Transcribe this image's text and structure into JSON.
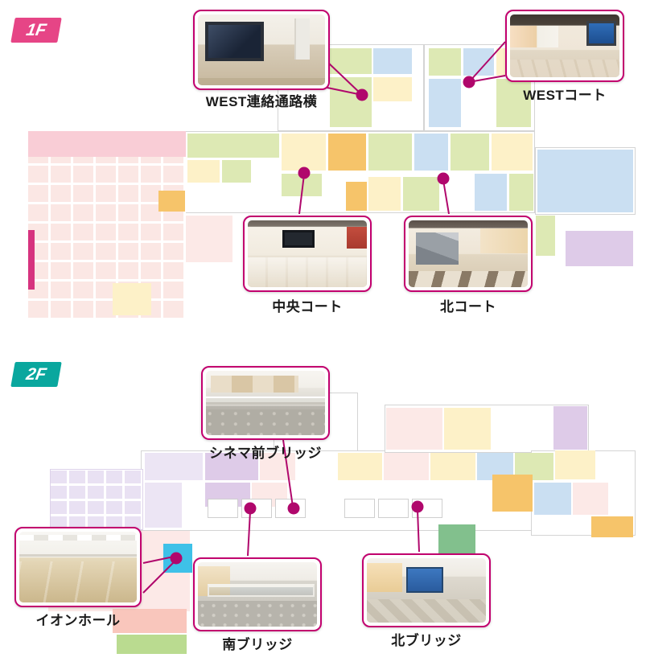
{
  "page": {
    "background": "#ffffff"
  },
  "colors": {
    "accent": "#b0076c",
    "callout_border": "#c2006e",
    "badge_1f": "#e64586",
    "badge_2f": "#0aa79e",
    "hall_marker": "#3ec1e8"
  },
  "floors": [
    {
      "badge": "1F",
      "callouts": [
        {
          "label": "WEST連絡通路横",
          "photo": "west-connecting-corridor"
        },
        {
          "label": "WESTコート",
          "photo": "west-court"
        },
        {
          "label": "中央コート",
          "photo": "central-court"
        },
        {
          "label": "北コート",
          "photo": "north-court"
        }
      ]
    },
    {
      "badge": "2F",
      "callouts": [
        {
          "label": "シネマ前ブリッジ",
          "photo": "cinema-front-bridge"
        },
        {
          "label": "イオンホール",
          "photo": "aeon-hall"
        },
        {
          "label": "南ブリッジ",
          "photo": "south-bridge"
        },
        {
          "label": "北ブリッジ",
          "photo": "north-bridge"
        }
      ]
    }
  ]
}
